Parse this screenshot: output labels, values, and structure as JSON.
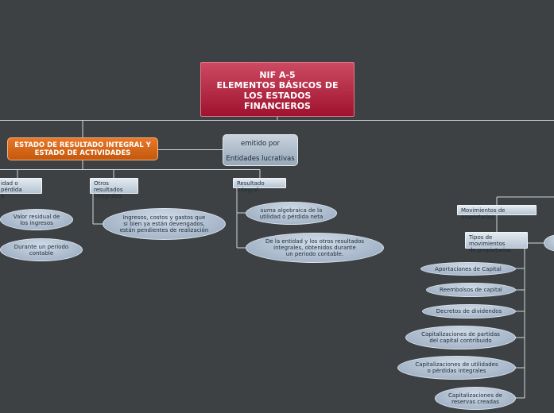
{
  "main_node": {
    "title": "NIF A-5\nELEMENTOS BÁSICOS DE\nLOS ESTADOS\nFINANCIEROS"
  },
  "branch_estado": {
    "title": "ESTADO DE RESULTADO INTEGRAL Y\nESTADO DE ACTIVIDADES"
  },
  "emitido": {
    "line1": "emitido por",
    "line2": "Entidades lucrativas"
  },
  "categories": {
    "utilidad": "idad o pérdida\na",
    "otros": "Otros resultados\nintegrales",
    "resultado_integral": "Resultado integral",
    "movimientos": "Movimientos de propietarios",
    "tipos": "Tipos de movimientos\nde propietarios"
  },
  "utilidad_items": [
    "Valor residual de\nlos ingresos",
    "Durante un periodo\ncontable"
  ],
  "otros_items": [
    "Ingresos, costos y gastos que\nsi bien ya están devengados,\nestán pendientes de realización"
  ],
  "resultado_items": [
    "suma algebraica de la\nutilidad o pérdida neta",
    "De la entidad y los otros resultados\nintegrales, obtenidos durante\nun periodo contable."
  ],
  "tipos_items": [
    "Aportaciones de Capital",
    "Reembolsos de capital",
    "Decretos de dividendos",
    "Capitalizaciones de partidas\ndel capital contribuido",
    "Capitalizaciones de utilidades\no pérdidas integrales",
    "Capitalizaciones de\nreservas creadas"
  ]
}
